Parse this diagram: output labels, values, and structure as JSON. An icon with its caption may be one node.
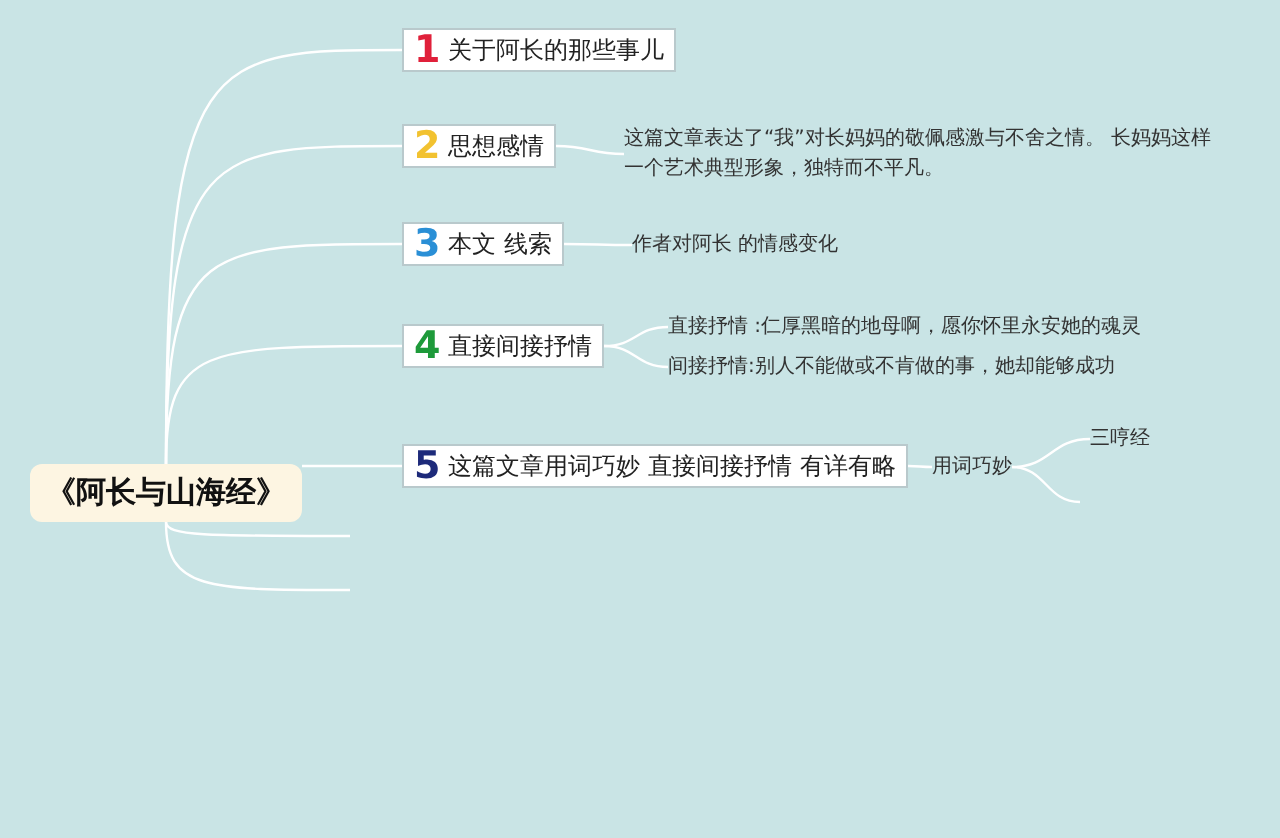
{
  "diagram": {
    "nodes": [
      {
        "text": [
          "《阿长与山海经》"
        ]
      },
      {
        "text": [
          "1",
          "关于阿长的那些事儿"
        ]
      },
      {
        "text": [
          "2",
          "思想感情"
        ]
      },
      {
        "text": [
          "3",
          "本文 线索"
        ]
      },
      {
        "text": [
          "4",
          "直接间接抒情"
        ]
      },
      {
        "text": [
          "5",
          "这篇文章用词巧妙 直接间接抒情 有详有略"
        ]
      },
      {
        "text": [
          "这篇文章表达了“我”对长妈妈的敬佩感激与不舍之情。 长妈妈这样一个艺术典型形象，独特而不平凡。"
        ]
      },
      {
        "text": [
          "作者对阿长 的情感变化"
        ]
      },
      {
        "text": [
          "直接抒情 :仁厚黑暗的地母啊，愿你怀里永安她的魂灵"
        ]
      },
      {
        "text": [
          "间接抒情:别人不能做或不肯做的事，她却能够成功"
        ]
      },
      {
        "text": [
          "用词巧妙"
        ]
      },
      {
        "text": [
          "三哼经"
        ]
      }
    ],
    "edges": [
      {
        "from": 0,
        "to": 1,
        "arrow": "none"
      },
      {
        "from": 0,
        "to": 2,
        "arrow": "none"
      },
      {
        "from": 0,
        "to": 3,
        "arrow": "none"
      },
      {
        "from": 0,
        "to": 4,
        "arrow": "none"
      },
      {
        "from": 0,
        "to": 5,
        "arrow": "none"
      },
      {
        "from": 0,
        "to": null,
        "arrow": "none"
      },
      {
        "from": 0,
        "to": null,
        "arrow": "none"
      },
      {
        "from": 2,
        "to": 6,
        "arrow": "none"
      },
      {
        "from": 3,
        "to": 7,
        "arrow": "none"
      },
      {
        "from": 4,
        "to": 8,
        "arrow": "none"
      },
      {
        "from": 4,
        "to": 9,
        "arrow": "none"
      },
      {
        "from": 5,
        "to": 10,
        "arrow": "none"
      },
      {
        "from": 10,
        "to": 11,
        "arrow": "none"
      },
      {
        "from": 10,
        "to": null,
        "arrow": "none"
      }
    ]
  }
}
